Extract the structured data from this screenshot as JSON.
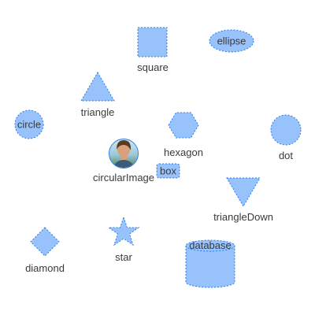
{
  "style": {
    "node_fill": "#97c2fc",
    "node_stroke": "#2b7ce9",
    "label_color": "#3a3a3a",
    "image_ring": "#2b7ce9"
  },
  "nodes": {
    "square": {
      "label": "square",
      "shape": "square"
    },
    "ellipse": {
      "label": "ellipse",
      "shape": "ellipse"
    },
    "triangle": {
      "label": "triangle",
      "shape": "triangle"
    },
    "circle": {
      "label": "circle",
      "shape": "circle"
    },
    "hexagon": {
      "label": "hexagon",
      "shape": "hexagon"
    },
    "dot": {
      "label": "dot",
      "shape": "dot"
    },
    "circularImage": {
      "label": "circularImage",
      "shape": "circularImage",
      "icon": "person-photo-icon"
    },
    "box": {
      "label": "box",
      "shape": "box"
    },
    "triangleDown": {
      "label": "triangleDown",
      "shape": "triangleDown"
    },
    "diamond": {
      "label": "diamond",
      "shape": "diamond"
    },
    "star": {
      "label": "star",
      "shape": "star"
    },
    "database": {
      "label": "database",
      "shape": "database"
    }
  }
}
